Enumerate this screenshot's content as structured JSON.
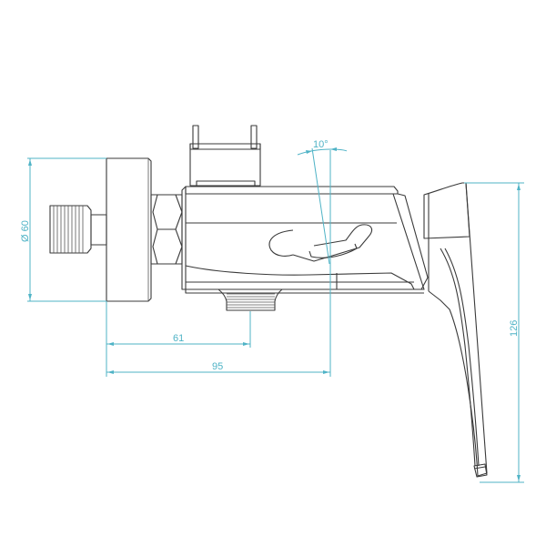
{
  "drawing": {
    "title": "Shower mixer tap technical drawing (side view)",
    "dimension_color": "#4fb3c6",
    "line_color": "#3a3a3a",
    "dimensions": {
      "diameter": {
        "label": "Ø 60",
        "orientation": "vertical"
      },
      "depth_outlet": {
        "label": "61",
        "orientation": "horizontal"
      },
      "depth_total": {
        "label": "95",
        "orientation": "horizontal"
      },
      "height": {
        "label": "126",
        "orientation": "vertical"
      },
      "angle": {
        "label": "10°"
      }
    }
  }
}
